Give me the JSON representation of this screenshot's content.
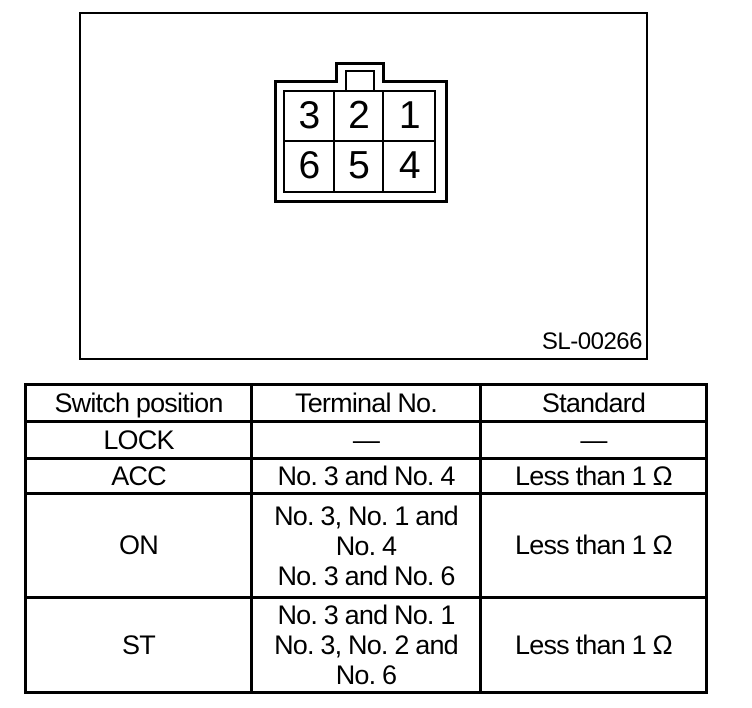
{
  "figure": {
    "label": "SL-00266",
    "connector": {
      "pins": [
        "3",
        "2",
        "1",
        "6",
        "5",
        "4"
      ]
    }
  },
  "table": {
    "headers": [
      "Switch position",
      "Terminal No.",
      "Standard"
    ],
    "rows": [
      {
        "position": "LOCK",
        "terminals": "—",
        "standard": "—"
      },
      {
        "position": "ACC",
        "terminals": "No. 3 and No. 4",
        "standard": "Less than 1 Ω"
      },
      {
        "position": "ON",
        "terminals": "No. 3, No. 1 and\nNo. 4\nNo. 3 and No. 6",
        "standard": "Less than 1 Ω"
      },
      {
        "position": "ST",
        "terminals": "No. 3 and No. 1\nNo. 3, No. 2 and\nNo. 6",
        "standard": "Less than 1 Ω"
      }
    ]
  },
  "colors": {
    "ink": "#000000",
    "paper": "#ffffff"
  }
}
